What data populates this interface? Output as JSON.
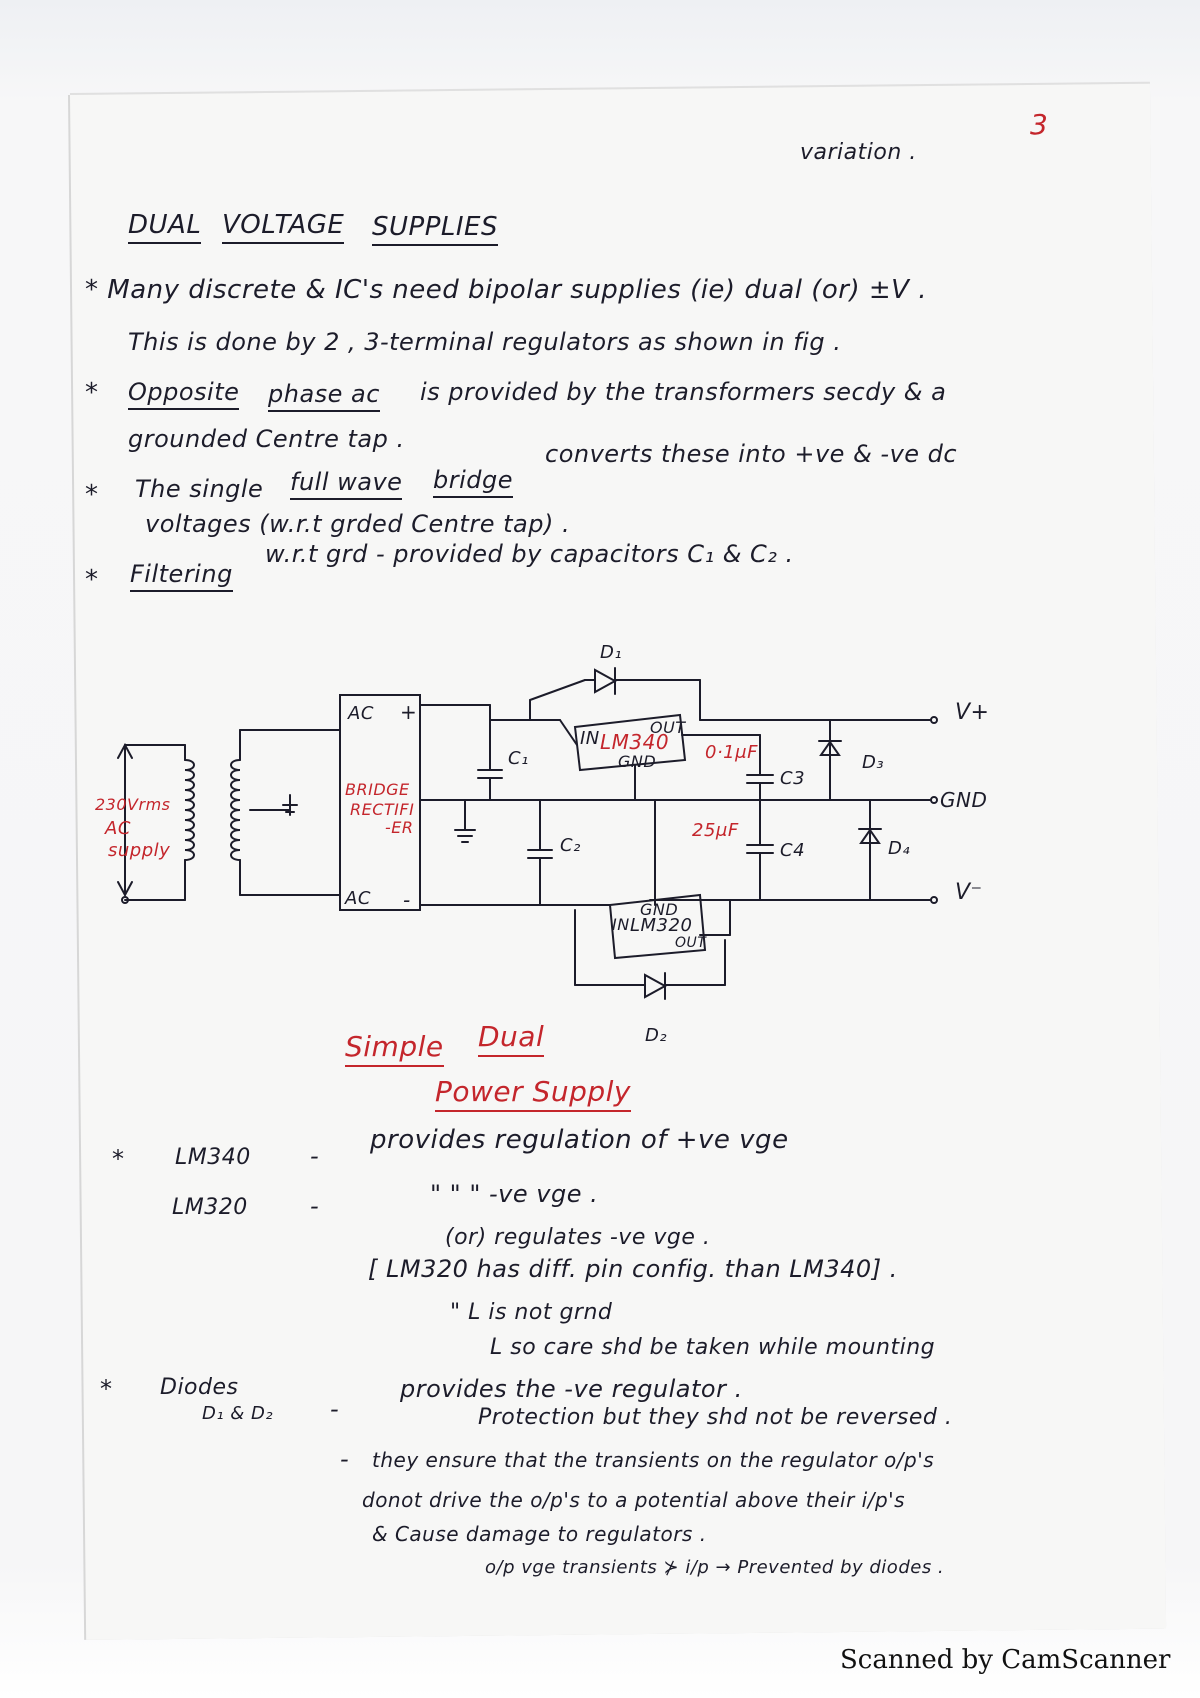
{
  "page_number": "3",
  "top_fragment": "variation .",
  "heading": {
    "word1": "DUAL",
    "word2": "VOLTAGE",
    "word3": "SUPPLIES"
  },
  "bullets": {
    "b1_line1": "* Many  discrete & IC's need  bipolar supplies (ie)  dual (or) ±V .",
    "b1_line2": "This is done by 2 , 3-terminal regulators  as  shown in fig .",
    "b2_star": "*",
    "b2_opposite": "Opposite",
    "b2_phase": "phase ac",
    "b2_rest": "is provided by  the transformers  secdy & a",
    "b2_line2": "grounded  Centre tap .",
    "b3_star": "*",
    "b3_pre": "The single",
    "b3_fw": "full wave",
    "b3_bridge": "bridge",
    "b3_rest": "converts  these into +ve & -ve dc",
    "b3_line2": "voltages  (w.r.t  grded  Centre  tap) .",
    "b4_star": "*",
    "b4_filter": "Filtering",
    "b4_rest": "w.r.t  grd  -  provided by  capacitors C₁ & C₂ ."
  },
  "circuit": {
    "d1": "D₁",
    "d2": "D₂",
    "d3": "D₃",
    "d4": "D₄",
    "vplus": "V+",
    "gnd": "GND",
    "vminus": "V⁻",
    "lm340": "LM340",
    "lm340_in": "IN",
    "lm340_out": "OUT",
    "lm340_gnd": "GND",
    "lm320": "LM320",
    "lm320_in": "IN",
    "lm320_out": "OUT",
    "lm320_gnd": "GND",
    "c1": "C₁",
    "c2": "C₂",
    "c3": "C3",
    "c4": "C4",
    "c3_val": "0·1μF",
    "c4_val": "25μF",
    "ac_top": "AC",
    "plus": "+",
    "bridge1": "BRIDGE",
    "bridge2": "RECTIFI",
    "bridge3": "-ER",
    "ac_bottom": "AC",
    "minus": "-",
    "supply1": "230Vrms",
    "supply2": "AC",
    "supply3": "supply"
  },
  "caption": {
    "line1a": "Simple",
    "line1b": "Dual",
    "line2": "Power Supply"
  },
  "notes": {
    "n1_star": "*",
    "n1_lm340": "LM340",
    "n1_dash": "-",
    "n1_text": "provides  regulation  of  +ve  vge",
    "n2_lm320": "LM320",
    "n2_dash": "-",
    "n2_text": "\"            \"             \"       -ve  vge .",
    "n3": "(or) regulates  -ve vge .",
    "n4": "[ LM320 has diff. pin config. than LM340] .",
    "n5": "\"  L  is not grnd",
    "n6": "L  so care  shd be  taken  while mounting",
    "n7_star": "*",
    "n7_diodes": "Diodes",
    "n7_d": "D₁ & D₂",
    "n7_dash": "-",
    "n7_text": "provides  the -ve regulator .",
    "n8": "Protection  but  they  shd  not  be  reversed .",
    "n9_dash": "-",
    "n9_text": "they  ensure that  the  transients  on  the  regulator  o/p's",
    "n10": "donot  drive  the  o/p's  to a  potential  above  their  i/p's",
    "n11": "& Cause  damage  to  regulators .",
    "n12": "o/p  vge  transients   ⊁  i/p  →  Prevented  by diodes ."
  },
  "footer": "Scanned by CamScanner"
}
